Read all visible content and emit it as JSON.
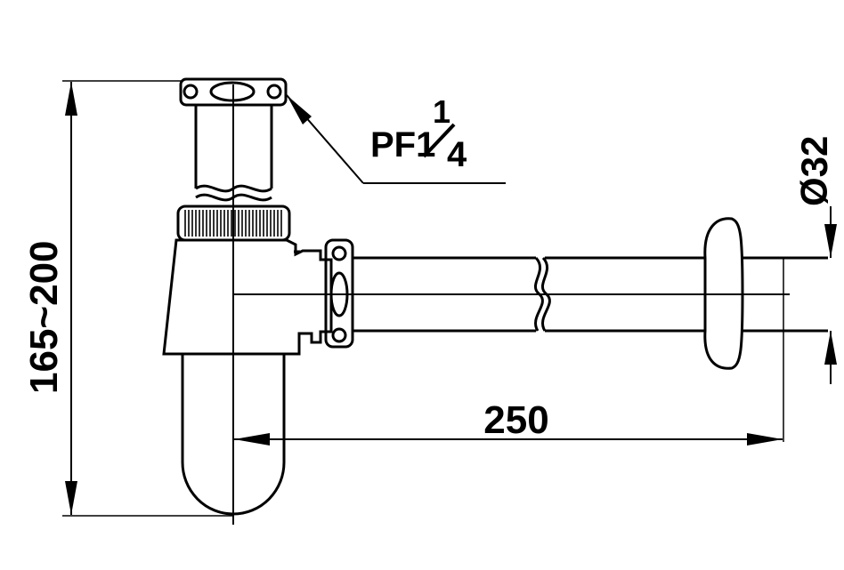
{
  "drawing": {
    "thread_label": "PF1",
    "thread_fraction_num": "1",
    "thread_fraction_den": "4",
    "height_dim": "165~200",
    "length_dim": "250",
    "diameter_dim": "Ø32"
  },
  "colors": {
    "stroke": "#000000",
    "background": "#ffffff"
  }
}
